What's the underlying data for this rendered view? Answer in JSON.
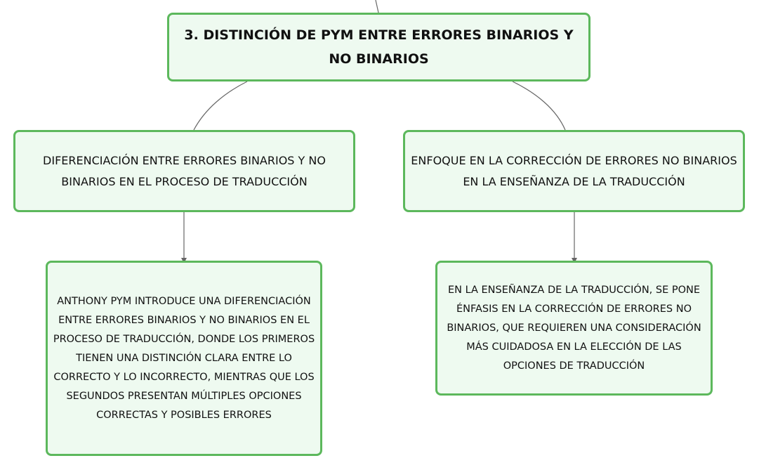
{
  "diagram": {
    "root": {
      "text": "3. DISTINCIÓN DE PYM ENTRE ERRORES BINARIOS Y NO BINARIOS"
    },
    "left_branch": {
      "text": "DIFERENCIACIÓN ENTRE ERRORES BINARIOS Y NO BINARIOS EN EL PROCESO DE TRADUCCIÓN",
      "detail": "ANTHONY PYM INTRODUCE UNA DIFERENCIACIÓN ENTRE ERRORES BINARIOS Y NO BINARIOS EN EL PROCESO DE TRADUCCIÓN, DONDE LOS PRIMEROS TIENEN UNA DISTINCIÓN CLARA ENTRE LO CORRECTO Y LO INCORRECTO, MIENTRAS QUE LOS SEGUNDOS PRESENTAN MÚLTIPLES OPCIONES CORRECTAS Y POSIBLES ERRORES"
    },
    "right_branch": {
      "text": "ENFOQUE EN LA CORRECCIÓN DE ERRORES NO BINARIOS EN LA ENSEÑANZA DE LA TRADUCCIÓN",
      "detail": "EN LA ENSEÑANZA DE LA TRADUCCIÓN, SE PONE ÉNFASIS EN LA CORRECCIÓN DE ERRORES NO BINARIOS, QUE REQUIEREN UNA CONSIDERACIÓN MÁS CUIDADOSA EN LA ELECCIÓN DE LAS OPCIONES DE TRADUCCIÓN"
    }
  },
  "colors": {
    "node_border": "#5cb85c",
    "node_fill": "#eefaf0",
    "connector": "#666666",
    "text": "#111111"
  }
}
